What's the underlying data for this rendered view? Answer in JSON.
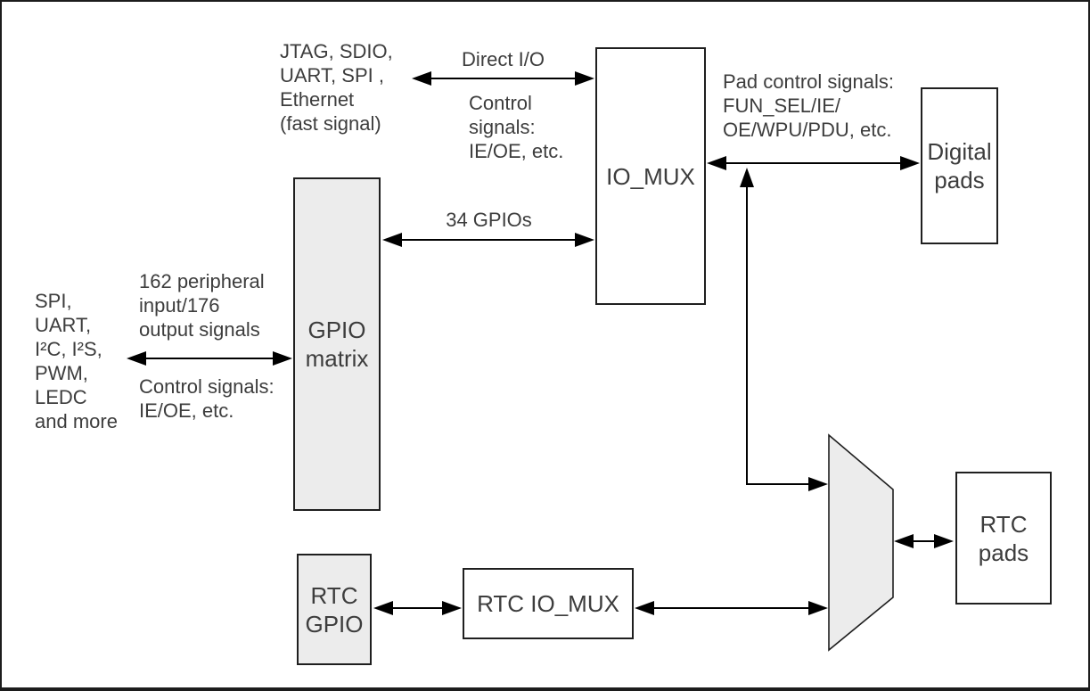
{
  "figure": {
    "background": "#ffffff",
    "border_color": "#1c1c1c",
    "line_color": "#000000",
    "text_color": "#3d3d3d",
    "block_fill_gray": "#ececec",
    "block_fill_white": "#ffffff"
  },
  "blocks": {
    "gpio_matrix": {
      "label": "GPIO\nmatrix"
    },
    "io_mux": {
      "label": "IO_MUX"
    },
    "digital_pads": {
      "label": "Digital\npads"
    },
    "rtc_gpio": {
      "label": "RTC\nGPIO"
    },
    "rtc_io_mux": {
      "label": "RTC IO_MUX"
    },
    "rtc_pads": {
      "label": "RTC\npads"
    }
  },
  "annotations": {
    "fast_peripherals": "JTAG, SDIO,\nUART, SPI ,\nEthernet\n(fast signal)",
    "direct_io": "Direct I/O",
    "io_control_signals": "Control\nsignals:\nIE/OE, etc.",
    "pad_control_signals": "Pad control signals:\nFUN_SEL/IE/\nOE/WPU/PDU, etc.",
    "gpio_count": "34 GPIOs",
    "peripheral_count": "162 peripheral\ninput/176\noutput signals",
    "slow_peripherals": "SPI,\nUART,\nI²C, I²S,\nPWM,\nLEDC\nand more",
    "matrix_control_signals": "Control signals:\nIE/OE, etc."
  }
}
